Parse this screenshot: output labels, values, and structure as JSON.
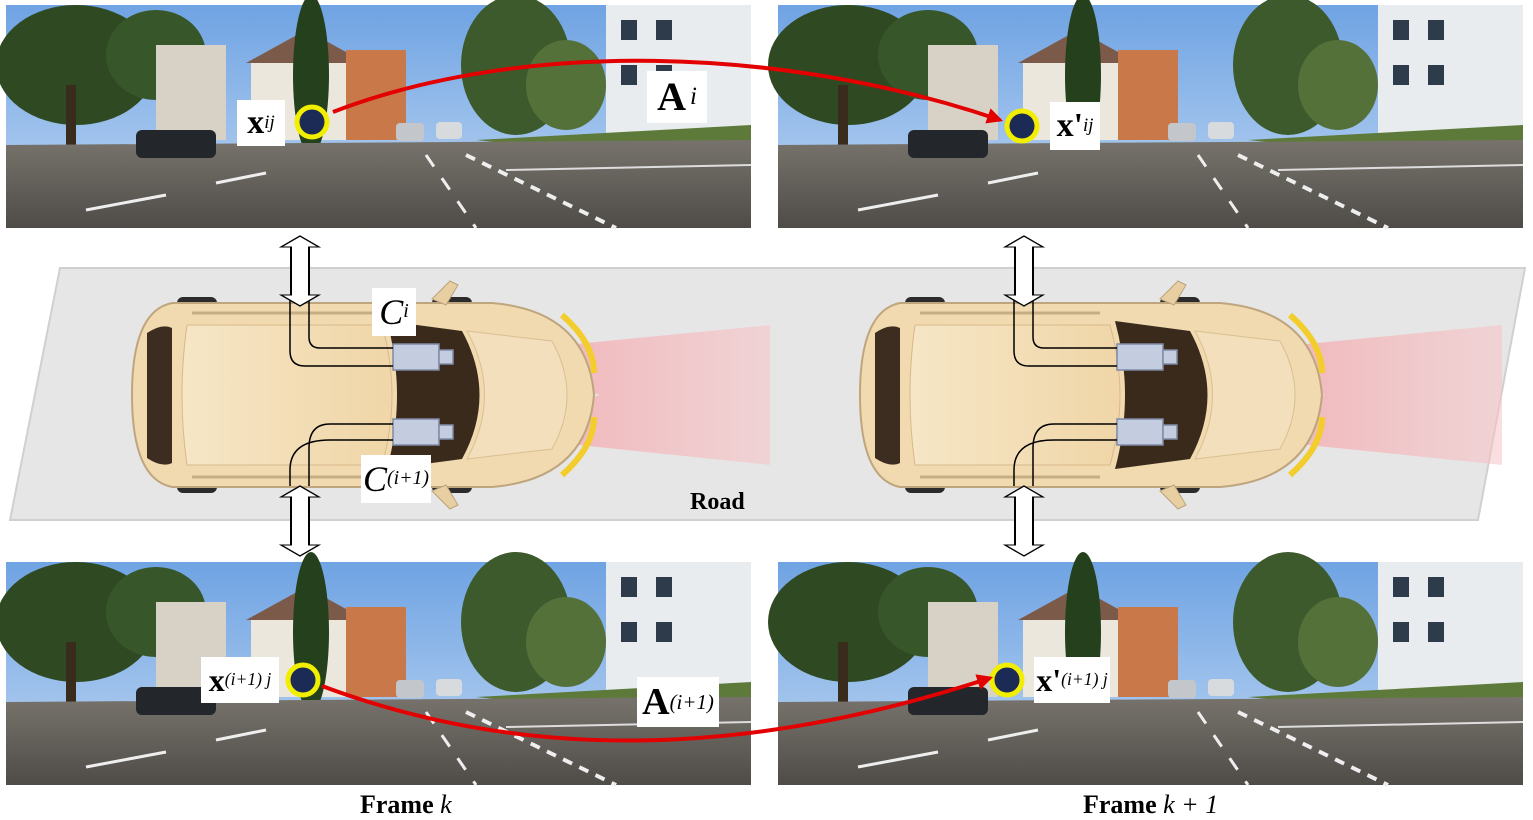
{
  "labels": {
    "x_ij": "x",
    "x_ij_sub": "ij",
    "x_prime_ij": "x'",
    "x_prime_ij_sub": "ij",
    "A_i": "A",
    "A_i_sub": "i",
    "x_i1j": "x",
    "x_i1j_sub": "(i+1) j",
    "x_prime_i1j": "x'",
    "x_prime_i1j_sub": "(i+1) j",
    "A_i1": "A",
    "A_i1_sub": "(i+1)",
    "C_i": "C",
    "C_i_sub": "i",
    "C_i1": "C",
    "C_i1_sub": "(i+1)"
  },
  "road_label": "Road",
  "frames": [
    {
      "prefix": "Frame ",
      "var": "k"
    },
    {
      "prefix": "Frame ",
      "var": "k + 1"
    }
  ],
  "colors": {
    "match_curve": "#e30000",
    "feature_ring": "#f2ee00",
    "car_body": "#f3ddb5",
    "camera_fov": "#f7b9bd",
    "road": "#e6e6e6"
  }
}
